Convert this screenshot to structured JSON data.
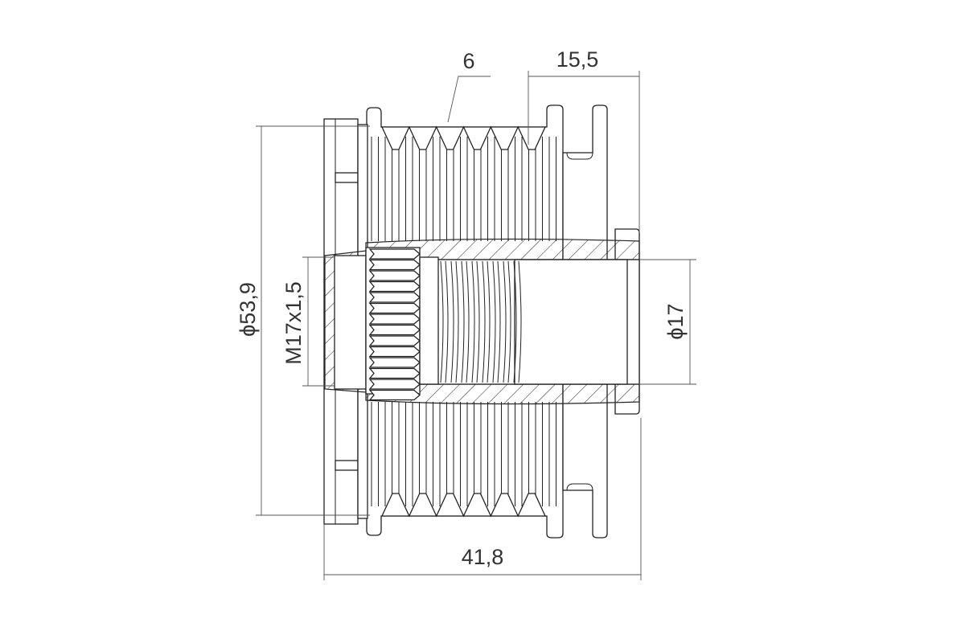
{
  "drawing": {
    "title": "Alternator overrunning pulley cross-section",
    "dimensions": {
      "groove_count": "6",
      "right_offset": "15,5",
      "outer_diameter": "ϕ53,9",
      "thread": "M17x1,5",
      "bore_diameter": "ϕ17",
      "overall_length": "41,8"
    },
    "colors": {
      "line": "#222222",
      "dimension": "#555555",
      "background": "#ffffff"
    }
  }
}
